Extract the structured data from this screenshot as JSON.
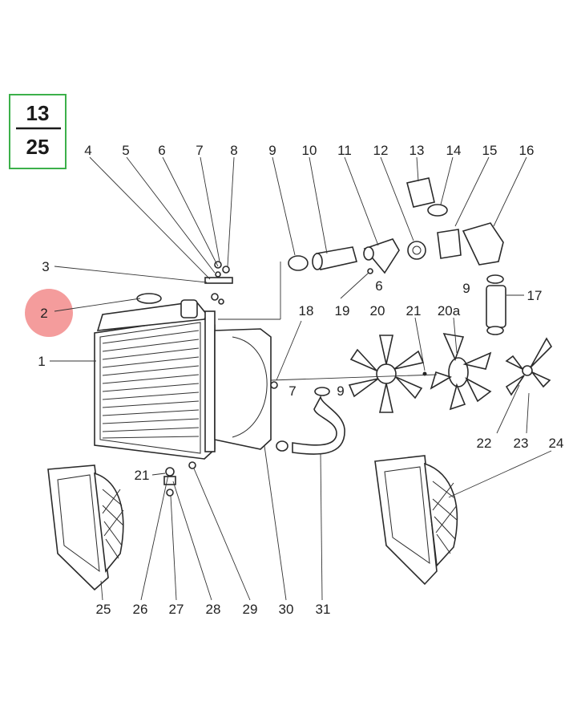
{
  "sheet": {
    "top": "13",
    "bottom": "25",
    "border_color": "#3cb04a"
  },
  "highlight": {
    "label": "2",
    "color": "#f28b8b"
  },
  "labels": {
    "l1": "1",
    "l2": "2",
    "l3": "3",
    "l4": "4",
    "l5": "5",
    "l6": "6",
    "l6b": "6",
    "l7": "7",
    "l7b": "7",
    "l8": "8",
    "l9": "9",
    "l9b": "9",
    "l9c": "9",
    "l10": "10",
    "l11": "11",
    "l12": "12",
    "l13": "13",
    "l14": "14",
    "l15": "15",
    "l16": "16",
    "l17": "17",
    "l18": "18",
    "l19": "19",
    "l20": "20",
    "l20a": "20a",
    "l21": "21",
    "l21b": "21",
    "l22": "22",
    "l23": "23",
    "l24": "24",
    "l25": "25",
    "l26": "26",
    "l27": "27",
    "l28": "28",
    "l29": "29",
    "l30": "30",
    "l31": "31"
  }
}
